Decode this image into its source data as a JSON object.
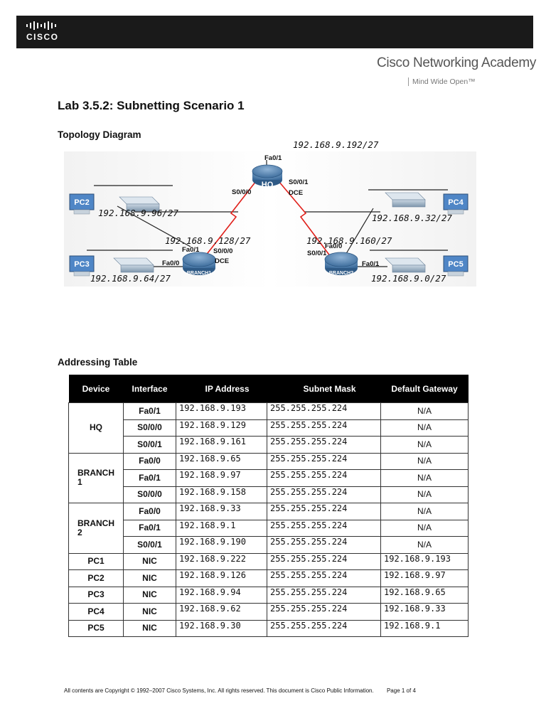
{
  "header": {
    "logo_text": "CISCO",
    "academy_title": "Cisco Networking Academy",
    "academy_tagline": "Mind Wide Open™"
  },
  "lab_title": "Lab 3.5.2: Subnetting Scenario 1",
  "topology": {
    "heading": "Topology Diagram",
    "devices": {
      "hq": "HQ",
      "branch1": "BRANCH1",
      "branch2": "BRANCH2",
      "pc2": "PC2",
      "pc3": "PC3",
      "pc4": "PC4",
      "pc5": "PC5"
    },
    "subnets": {
      "hq_lan": "192.168.9.192/27",
      "pc2_lan": "192.168.9.96/27",
      "link_hq_b1": "192.168.9.128/27",
      "link_hq_b2": "192.168.9.160/27",
      "pc4_lan": "192.168.9.32/27",
      "pc3_lan": "192.168.9.64/27",
      "pc5_lan": "192.168.9.0/27"
    },
    "interfaces": {
      "hq_fa01": "Fa0/1",
      "hq_s000": "S0/0/0",
      "hq_s001": "S0/0/1",
      "hq_dce": "DCE",
      "b1_fa01": "Fa0/1",
      "b1_fa00": "Fa0/0",
      "b1_s000": "S0/0/0",
      "b1_dce": "DCE",
      "b2_fa00": "Fa0/0",
      "b2_s001": "S0/0/1",
      "b2_fa01": "Fa0/1"
    },
    "colors": {
      "serial_link": "#e0201b",
      "router": "#4f7fae",
      "switch": "#9fb4c8"
    }
  },
  "addressing": {
    "heading": "Addressing Table",
    "columns": [
      "Device",
      "Interface",
      "IP Address",
      "Subnet Mask",
      "Default Gateway"
    ],
    "groups": [
      {
        "device": "HQ",
        "rows": [
          [
            "Fa0/1",
            "192.168.9.193",
            "255.255.255.224",
            "N/A"
          ],
          [
            "S0/0/0",
            "192.168.9.129",
            "255.255.255.224",
            "N/A"
          ],
          [
            "S0/0/1",
            "192.168.9.161",
            "255.255.255.224",
            "N/A"
          ]
        ]
      },
      {
        "device": "BRANCH\n1",
        "rows": [
          [
            "Fa0/0",
            "192.168.9.65",
            "255.255.255.224",
            "N/A"
          ],
          [
            "Fa0/1",
            "192.168.9.97",
            "255.255.255.224",
            "N/A"
          ],
          [
            "S0/0/0",
            "192.168.9.158",
            "255.255.255.224",
            "N/A"
          ]
        ]
      },
      {
        "device": "BRANCH\n2",
        "rows": [
          [
            "Fa0/0",
            "192.168.9.33",
            "255.255.255.224",
            "N/A"
          ],
          [
            "Fa0/1",
            "192.168.9.1",
            "255.255.255.224",
            "N/A"
          ],
          [
            "S0/0/1",
            "192.168.9.190",
            "255.255.255.224",
            "N/A"
          ]
        ]
      },
      {
        "device": "PC1",
        "rows": [
          [
            "NIC",
            "192.168.9.222",
            "255.255.255.224",
            "192.168.9.193"
          ]
        ]
      },
      {
        "device": "PC2",
        "rows": [
          [
            "NIC",
            "192.168.9.126",
            "255.255.255.224",
            "192.168.9.97"
          ]
        ]
      },
      {
        "device": "PC3",
        "rows": [
          [
            "NIC",
            "192.168.9.94",
            "255.255.255.224",
            "192.168.9.65"
          ]
        ]
      },
      {
        "device": "PC4",
        "rows": [
          [
            "NIC",
            "192.168.9.62",
            "255.255.255.224",
            "192.168.9.33"
          ]
        ]
      },
      {
        "device": "PC5",
        "rows": [
          [
            "NIC",
            "192.168.9.30",
            "255.255.255.224",
            "192.168.9.1"
          ]
        ]
      }
    ]
  },
  "footer": {
    "copyright": "All contents are Copyright © 1992–2007 Cisco Systems, Inc. All rights reserved. This document is Cisco Public Information.",
    "page": "Page 1 of 4"
  }
}
